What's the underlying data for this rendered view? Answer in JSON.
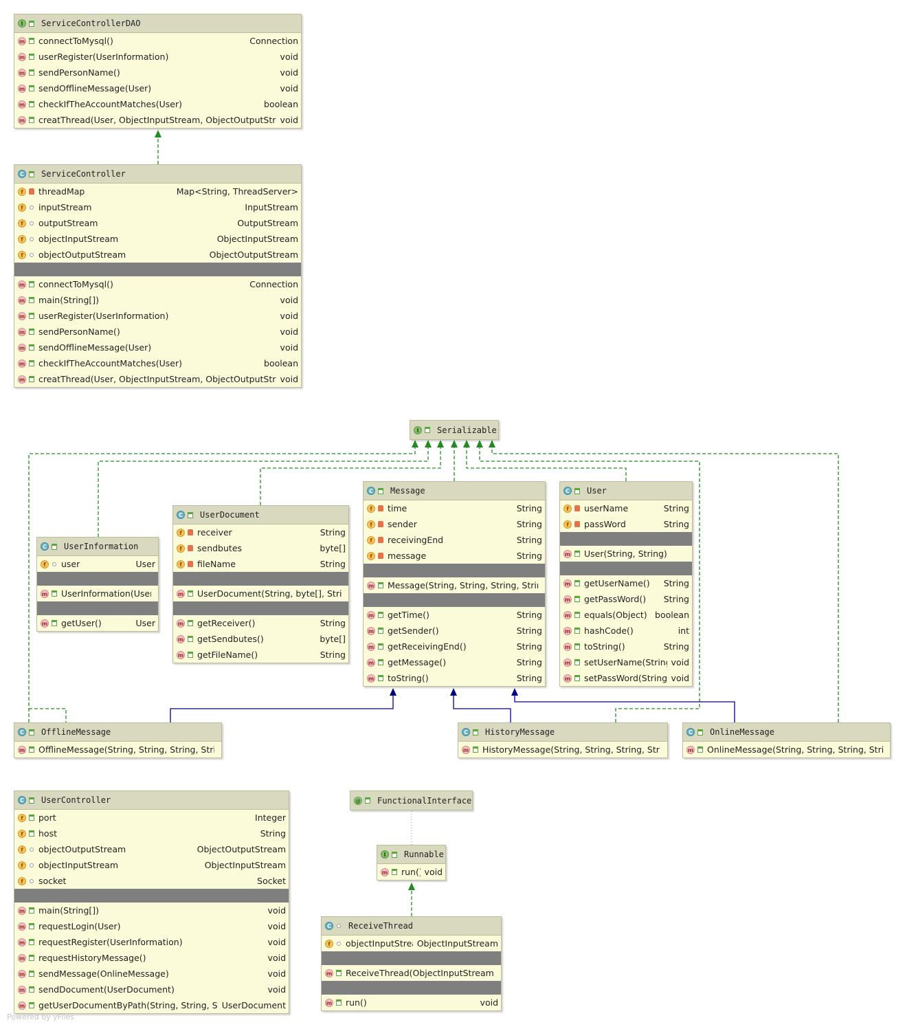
{
  "watermark": "Powered by yFiles",
  "colors": {
    "class_fill": "#fbfbda",
    "class_header": "#d9d9bf",
    "separator": "#7f7f7f",
    "implements_edge": "#228b22",
    "extends_edge": "#00007f",
    "dependency_edge": "#aaaaaa"
  },
  "classes": [
    {
      "id": "ServiceControllerDAO",
      "kind": "interface",
      "name": "ServiceControllerDAO",
      "vis": "pub",
      "sections": [
        [
          {
            "kind": "m",
            "vis": "pub",
            "name": "connectToMysql()",
            "type": "Connection"
          },
          {
            "kind": "m",
            "vis": "pub",
            "name": "userRegister(UserInformation)",
            "type": "void"
          },
          {
            "kind": "m",
            "vis": "pub",
            "name": "sendPersonName()",
            "type": "void"
          },
          {
            "kind": "m",
            "vis": "pub",
            "name": "sendOfflineMessage(User)",
            "type": "void"
          },
          {
            "kind": "m",
            "vis": "pub",
            "name": "checkIfTheAccountMatches(User)",
            "type": "boolean"
          },
          {
            "kind": "m",
            "vis": "pub",
            "name": "creatThread(User, ObjectInputStream, ObjectOutputStream)",
            "type": "void"
          }
        ]
      ]
    },
    {
      "id": "ServiceController",
      "kind": "class",
      "name": "ServiceController",
      "vis": "pub",
      "sections": [
        [
          {
            "kind": "f",
            "vis": "prv",
            "name": "threadMap",
            "type": "Map<String, ThreadServer>"
          },
          {
            "kind": "f",
            "vis": "pkg",
            "name": "inputStream",
            "type": "InputStream"
          },
          {
            "kind": "f",
            "vis": "pkg",
            "name": "outputStream",
            "type": "OutputStream"
          },
          {
            "kind": "f",
            "vis": "pkg",
            "name": "objectInputStream",
            "type": "ObjectInputStream"
          },
          {
            "kind": "f",
            "vis": "pkg",
            "name": "objectOutputStream",
            "type": "ObjectOutputStream"
          }
        ],
        [],
        [
          {
            "kind": "m",
            "vis": "pub",
            "name": "connectToMysql()",
            "type": "Connection"
          },
          {
            "kind": "m",
            "vis": "pub",
            "name": "main(String[])",
            "type": "void"
          },
          {
            "kind": "m",
            "vis": "pub",
            "name": "userRegister(UserInformation)",
            "type": "void"
          },
          {
            "kind": "m",
            "vis": "pub",
            "name": "sendPersonName()",
            "type": "void"
          },
          {
            "kind": "m",
            "vis": "pub",
            "name": "sendOfflineMessage(User)",
            "type": "void"
          },
          {
            "kind": "m",
            "vis": "pub",
            "name": "checkIfTheAccountMatches(User)",
            "type": "boolean"
          },
          {
            "kind": "m",
            "vis": "pub",
            "name": "creatThread(User, ObjectInputStream, ObjectOutputStream)",
            "type": "void"
          }
        ]
      ]
    },
    {
      "id": "Serializable",
      "kind": "interface",
      "name": "Serializable",
      "vis": "pub",
      "sections": []
    },
    {
      "id": "UserInformation",
      "kind": "class",
      "name": "UserInformation",
      "vis": "pub",
      "sections": [
        [
          {
            "kind": "f",
            "vis": "pkg",
            "name": "user",
            "type": "User"
          }
        ],
        [],
        [
          {
            "kind": "m",
            "vis": "pub",
            "name": "UserInformation(User)",
            "type": ""
          }
        ],
        [],
        [
          {
            "kind": "m",
            "vis": "pub",
            "name": "getUser()",
            "type": "User"
          }
        ]
      ]
    },
    {
      "id": "UserDocument",
      "kind": "class",
      "name": "UserDocument",
      "vis": "pub",
      "sections": [
        [
          {
            "kind": "f",
            "vis": "prv",
            "name": "receiver",
            "type": "String"
          },
          {
            "kind": "f",
            "vis": "prv",
            "name": "sendbutes",
            "type": "byte[]"
          },
          {
            "kind": "f",
            "vis": "prv",
            "name": "fileName",
            "type": "String"
          }
        ],
        [],
        [
          {
            "kind": "m",
            "vis": "pub",
            "name": "UserDocument(String, byte[], String)",
            "type": ""
          }
        ],
        [],
        [
          {
            "kind": "m",
            "vis": "pub",
            "name": "getReceiver()",
            "type": "String"
          },
          {
            "kind": "m",
            "vis": "pub",
            "name": "getSendbutes()",
            "type": "byte[]"
          },
          {
            "kind": "m",
            "vis": "pub",
            "name": "getFileName()",
            "type": "String"
          }
        ]
      ]
    },
    {
      "id": "Message",
      "kind": "class",
      "name": "Message",
      "vis": "pub",
      "sections": [
        [
          {
            "kind": "f",
            "vis": "prv",
            "name": "time",
            "type": "String"
          },
          {
            "kind": "f",
            "vis": "prv",
            "name": "sender",
            "type": "String"
          },
          {
            "kind": "f",
            "vis": "prv",
            "name": "receivingEnd",
            "type": "String"
          },
          {
            "kind": "f",
            "vis": "prv",
            "name": "message",
            "type": "String"
          }
        ],
        [],
        [
          {
            "kind": "m",
            "vis": "pub",
            "name": "Message(String, String, String, String)",
            "type": ""
          }
        ],
        [],
        [
          {
            "kind": "m",
            "vis": "pub",
            "name": "getTime()",
            "type": "String"
          },
          {
            "kind": "m",
            "vis": "pub",
            "name": "getSender()",
            "type": "String"
          },
          {
            "kind": "m",
            "vis": "pub",
            "name": "getReceivingEnd()",
            "type": "String"
          },
          {
            "kind": "m",
            "vis": "pub",
            "name": "getMessage()",
            "type": "String"
          },
          {
            "kind": "m",
            "vis": "pub",
            "name": "toString()",
            "type": "String"
          }
        ]
      ]
    },
    {
      "id": "User",
      "kind": "class",
      "name": "User",
      "vis": "pub",
      "sections": [
        [
          {
            "kind": "f",
            "vis": "prv",
            "name": "userName",
            "type": "String"
          },
          {
            "kind": "f",
            "vis": "prv",
            "name": "passWord",
            "type": "String"
          }
        ],
        [],
        [
          {
            "kind": "m",
            "vis": "pub",
            "name": "User(String, String)",
            "type": ""
          }
        ],
        [],
        [
          {
            "kind": "m",
            "vis": "pub",
            "name": "getUserName()",
            "type": "String"
          },
          {
            "kind": "m",
            "vis": "pub",
            "name": "getPassWord()",
            "type": "String"
          },
          {
            "kind": "m",
            "vis": "pub",
            "name": "equals(Object)",
            "type": "boolean"
          },
          {
            "kind": "m",
            "vis": "pub",
            "name": "hashCode()",
            "type": "int"
          },
          {
            "kind": "m",
            "vis": "pub",
            "name": "toString()",
            "type": "String"
          },
          {
            "kind": "m",
            "vis": "pub",
            "name": "setUserName(String)",
            "type": "void"
          },
          {
            "kind": "m",
            "vis": "pub",
            "name": "setPassWord(String)",
            "type": "void"
          }
        ]
      ]
    },
    {
      "id": "OfflineMessage",
      "kind": "class",
      "name": "OfflineMessage",
      "vis": "pub",
      "sections": [
        [
          {
            "kind": "m",
            "vis": "pub",
            "name": "OfflineMessage(String, String, String, String)",
            "type": ""
          }
        ]
      ]
    },
    {
      "id": "HistoryMessage",
      "kind": "class",
      "name": "HistoryMessage",
      "vis": "pub",
      "sections": [
        [
          {
            "kind": "m",
            "vis": "pub",
            "name": "HistoryMessage(String, String, String, String)",
            "type": ""
          }
        ]
      ]
    },
    {
      "id": "OnlineMessage",
      "kind": "class",
      "name": "OnlineMessage",
      "vis": "pub",
      "sections": [
        [
          {
            "kind": "m",
            "vis": "pub",
            "name": "OnlineMessage(String, String, String, String)",
            "type": ""
          }
        ]
      ]
    },
    {
      "id": "UserController",
      "kind": "class",
      "name": "UserController",
      "vis": "pub",
      "sections": [
        [
          {
            "kind": "f",
            "vis": "pub",
            "name": "port",
            "type": "Integer"
          },
          {
            "kind": "f",
            "vis": "pub",
            "name": "host",
            "type": "String"
          },
          {
            "kind": "f",
            "vis": "pkg",
            "name": "objectOutputStream",
            "type": "ObjectOutputStream"
          },
          {
            "kind": "f",
            "vis": "pkg",
            "name": "objectInputStream",
            "type": "ObjectInputStream"
          },
          {
            "kind": "f",
            "vis": "pkg",
            "name": "socket",
            "type": "Socket"
          }
        ],
        [],
        [
          {
            "kind": "m",
            "vis": "pub",
            "name": "main(String[])",
            "type": "void"
          },
          {
            "kind": "m",
            "vis": "pub",
            "name": "requestLogin(User)",
            "type": "void"
          },
          {
            "kind": "m",
            "vis": "pub",
            "name": "requestRegister(UserInformation)",
            "type": "void"
          },
          {
            "kind": "m",
            "vis": "pub",
            "name": "requestHistoryMessage()",
            "type": "void"
          },
          {
            "kind": "m",
            "vis": "pub",
            "name": "sendMessage(OnlineMessage)",
            "type": "void"
          },
          {
            "kind": "m",
            "vis": "pub",
            "name": "sendDocument(UserDocument)",
            "type": "void"
          },
          {
            "kind": "m",
            "vis": "pub",
            "name": "getUserDocumentByPath(String, String, String)",
            "type": "UserDocument"
          }
        ]
      ]
    },
    {
      "id": "FunctionalInterface",
      "kind": "annotation",
      "name": "FunctionalInterface",
      "vis": "pub",
      "sections": []
    },
    {
      "id": "Runnable",
      "kind": "interface",
      "name": "Runnable",
      "vis": "pub",
      "sections": [
        [
          {
            "kind": "m",
            "vis": "pub",
            "name": "run()",
            "type": "void"
          }
        ]
      ]
    },
    {
      "id": "ReceiveThread",
      "kind": "class",
      "name": "ReceiveThread",
      "vis": "pkg",
      "sections": [
        [
          {
            "kind": "f",
            "vis": "pkg",
            "name": "objectInputStream",
            "type": "ObjectInputStream"
          }
        ],
        [],
        [
          {
            "kind": "m",
            "vis": "pub",
            "name": "ReceiveThread(ObjectInputStream)",
            "type": ""
          }
        ],
        [],
        [
          {
            "kind": "m",
            "vis": "pub",
            "name": "run()",
            "type": "void"
          }
        ]
      ]
    }
  ],
  "relations": [
    {
      "from": "ServiceController",
      "to": "ServiceControllerDAO",
      "type": "implements"
    },
    {
      "from": "UserInformation",
      "to": "Serializable",
      "type": "implements"
    },
    {
      "from": "UserDocument",
      "to": "Serializable",
      "type": "implements"
    },
    {
      "from": "Message",
      "to": "Serializable",
      "type": "implements"
    },
    {
      "from": "User",
      "to": "Serializable",
      "type": "implements"
    },
    {
      "from": "OfflineMessage",
      "to": "Serializable",
      "type": "implements"
    },
    {
      "from": "HistoryMessage",
      "to": "Serializable",
      "type": "implements"
    },
    {
      "from": "OnlineMessage",
      "to": "Serializable",
      "type": "implements"
    },
    {
      "from": "OfflineMessage",
      "to": "Message",
      "type": "extends"
    },
    {
      "from": "HistoryMessage",
      "to": "Message",
      "type": "extends"
    },
    {
      "from": "OnlineMessage",
      "to": "Message",
      "type": "extends"
    },
    {
      "from": "Runnable",
      "to": "FunctionalInterface",
      "type": "annotated-by"
    },
    {
      "from": "ReceiveThread",
      "to": "Runnable",
      "type": "implements"
    }
  ]
}
